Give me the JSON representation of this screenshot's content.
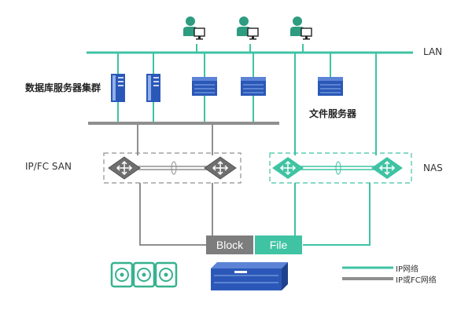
{
  "labels": {
    "lan": "LAN",
    "db_cluster": "数据库服务器集群",
    "file_server": "文件服务器",
    "ip_fc_san": "IP/FC SAN",
    "nas": "NAS"
  },
  "tags": {
    "block": "Block",
    "file": "File"
  },
  "legend": {
    "ip_network": "IP网络",
    "ip_or_fc_network": "IP或FC网络"
  },
  "colors": {
    "teal": "#3fc3a3",
    "gray": "#8f8f8f",
    "server_blue": "#2b58b8",
    "tag_gray": "#7d7d7d",
    "user_green": "#2e9c80",
    "disk_green": "#37b28e"
  }
}
